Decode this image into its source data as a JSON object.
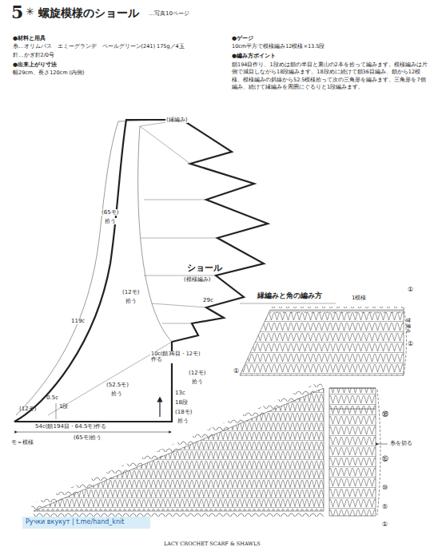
{
  "diagram": {
    "title": "螺旋模様のショール",
    "labels": [
      "5",
      "✳",
      "…写真10ページ",
      "●材料と用具",
      "糸…オリムパス　エミーグランデ　ペールグリーン(241) 175g／4玉",
      "針…かぎ針2/0号",
      "●出来上がり寸法",
      "幅29cm、長さ120cm (内側)",
      "●ゲージ",
      "10cm平方で模様編み12模様×13.5段",
      "●編み方ポイント",
      "鎖194目作り、1段めは鎖の半目と裏山の2本を拾って編みます。模様編みは片側で減目しながら18段編みます。18段めに続けて鎖36目編み、鎖から12模様、模様編みの斜線から52.5模様拾って次の三角形を編みます。三角形を7個編み、続けて縁編みを周囲にぐるりと1段編みます。",
      "(縁編み)",
      "(65モ)",
      "拾う",
      "ショール",
      "(模様編み)",
      "29c",
      "119c",
      "(12モ)",
      "拾う",
      "10c(鎖36目・12モ)作る",
      "(52.5モ)",
      "拾う",
      "13c",
      "18段",
      "(18モ)",
      "拾う",
      "(12モ)",
      "拾う",
      "0.5c",
      "1段",
      "(12モ)",
      "54c(鎖194目・64.5モ)作る",
      "(65モ)拾う",
      "モ＝模様",
      "縁編みと角の編み方",
      "1模様",
      "縁編み",
      "糸を切る",
      "①",
      "①",
      "①",
      "⑱",
      "⑮",
      "⑩",
      "⑤",
      "①",
      "Ручки вкукут | t.me/hand_knit",
      "LACY CROCHET SCARF & SHAWLS"
    ]
  }
}
